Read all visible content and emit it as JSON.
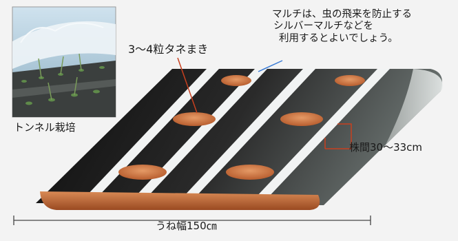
{
  "photo": {
    "caption": "トンネル栽培"
  },
  "labels": {
    "seed": "3～4粒タネまき",
    "mulch_lines": [
      "マルチは、虫の飛来を防止する",
      "シルバーマルチなどを",
      "利用するとよいでしょう。"
    ],
    "spacing": "株間30～33cm",
    "bed_width": "うね幅150㎝"
  },
  "colors": {
    "mulch_black": "#151515",
    "soil": "#b05a2e",
    "seed_hole": "#d07545",
    "leader_red": "#c8401f",
    "leader_blue": "#3a7bd5",
    "background": "#f3f3f3"
  }
}
